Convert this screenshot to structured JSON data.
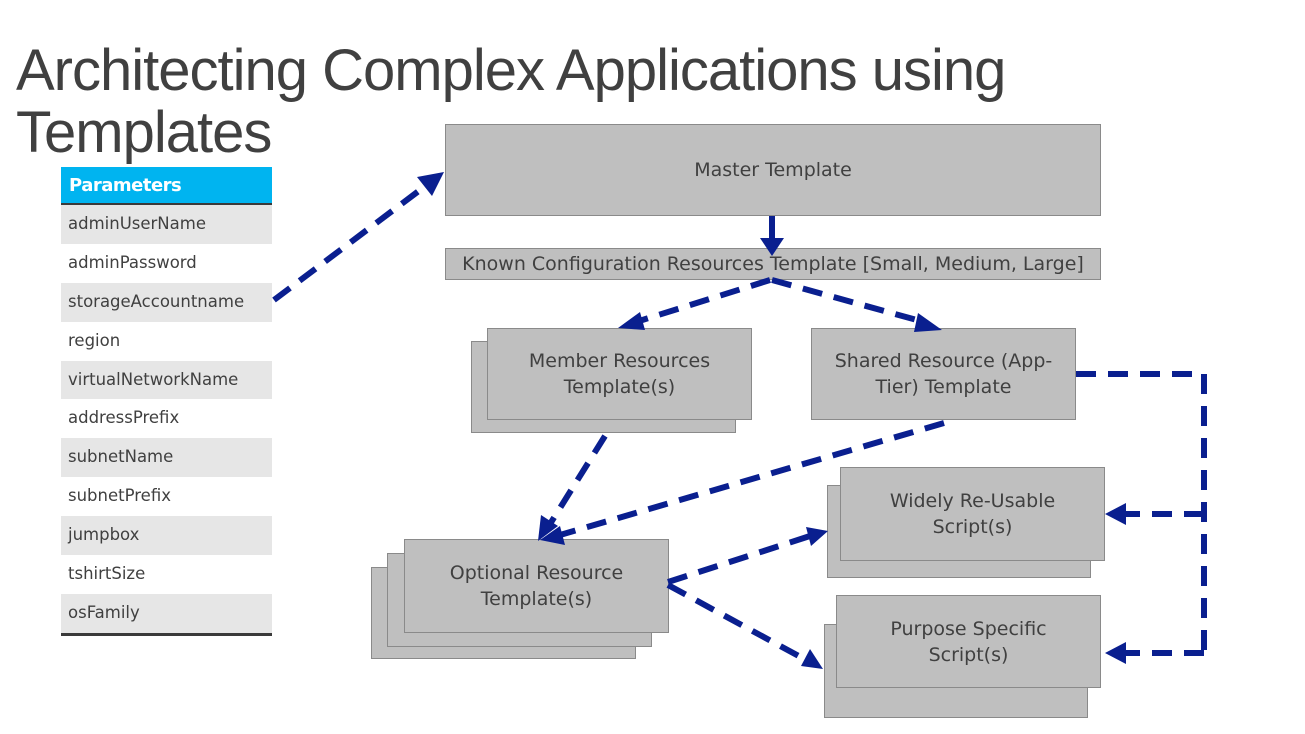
{
  "slide": {
    "title": "Architecting Complex Applications using Templates"
  },
  "parameters": {
    "header": "Parameters",
    "items": [
      "adminUserName",
      "adminPassword",
      "storageAccountname",
      "region",
      "virtualNetworkName",
      "addressPrefix",
      "subnetName",
      "subnetPrefix",
      "jumpbox",
      "tshirtSize",
      "osFamily"
    ]
  },
  "diagram": {
    "master": "Master Template",
    "known_config": "Known Configuration Resources Template [Small, Medium, Large]",
    "member_line1": "Member Resources",
    "member_line2": "Template(s)",
    "shared_line1": "Shared Resource (App-",
    "shared_line2": "Tier) Template",
    "optional_line1": "Optional Resource",
    "optional_line2": "Template(s)",
    "widely_line1": "Widely Re-Usable",
    "widely_line2": "Script(s)",
    "purpose_line1": "Purpose Specific",
    "purpose_line2": "Script(s)"
  },
  "colors": {
    "arrow": "#0a1f8f",
    "box_fill": "#bfbfbf",
    "header_fill": "#00b4f0"
  }
}
